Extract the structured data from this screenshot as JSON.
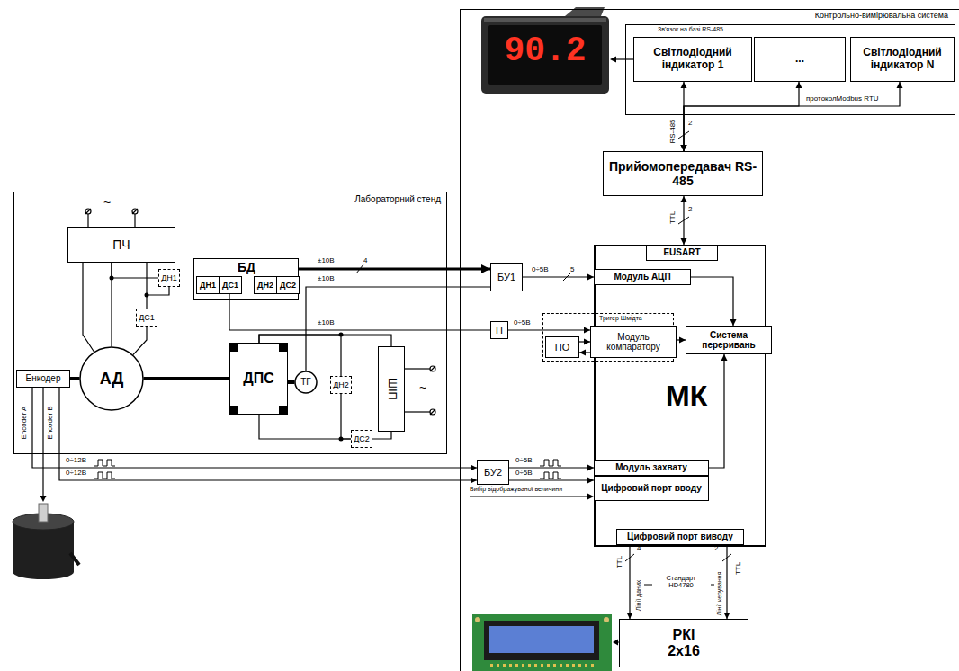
{
  "diagram": {
    "nodes": [
      {
        "text": [
          "Лабораторний стенд"
        ]
      },
      {
        "text": [
          "Контрольно-вимірювальна система"
        ]
      },
      {
        "text": [
          "Зв'язок на базі RS-485"
        ],
        "in": 1
      },
      {
        "text": [
          "Світлодіодний індикатор 1"
        ],
        "in": 2
      },
      {
        "text": [
          "..."
        ],
        "in": 2
      },
      {
        "text": [
          "Світлодіодний індикатор N"
        ],
        "in": 2
      },
      {
        "text": [
          "Прийомопередавач RS-485"
        ],
        "in": 1
      },
      {
        "text": [
          "МК"
        ],
        "in": 1
      },
      {
        "text": [
          "EUSART"
        ],
        "in": 7
      },
      {
        "text": [
          "Модуль АЦП"
        ],
        "in": 7
      },
      {
        "text": [
          "Система переривань"
        ],
        "in": 7
      },
      {
        "text": [
          "Тригер Шмідта"
        ],
        "in": 1
      },
      {
        "text": [
          "ПО"
        ],
        "in": 11
      },
      {
        "text": [
          "Модуль компаратору"
        ],
        "in": 11
      },
      {
        "text": [
          "Модуль захвату"
        ],
        "in": 7
      },
      {
        "text": [
          "Цифровий порт вводу"
        ],
        "in": 7
      },
      {
        "text": [
          "Цифровий порт виводу"
        ],
        "in": 7
      },
      {
        "text": [
          "БУ1"
        ],
        "in": 1
      },
      {
        "text": [
          "П"
        ],
        "in": 1
      },
      {
        "text": [
          "БУ2"
        ],
        "in": 1
      },
      {
        "text": [
          "РКІ 2x16"
        ],
        "in": 1
      },
      {
        "text": [
          "ПЧ"
        ],
        "in": 0
      },
      {
        "text": [
          "БД"
        ],
        "in": 0
      },
      {
        "text": [
          "ДН1"
        ],
        "in": 22
      },
      {
        "text": [
          "ДС1"
        ],
        "in": 22
      },
      {
        "text": [
          "ДН2"
        ],
        "in": 22
      },
      {
        "text": [
          "ДС2"
        ],
        "in": 22
      },
      {
        "text": [
          "ДН1"
        ],
        "in": 0
      },
      {
        "text": [
          "ДС1"
        ],
        "in": 0
      },
      {
        "text": [
          "АД"
        ],
        "in": 0
      },
      {
        "text": [
          "Енкодер"
        ],
        "in": 0
      },
      {
        "text": [
          "ДПС"
        ],
        "in": 0
      },
      {
        "text": [
          "ТГ"
        ],
        "in": 0
      },
      {
        "text": [
          "ДН2"
        ],
        "in": 0
      },
      {
        "text": [
          "ДС2"
        ],
        "in": 0
      },
      {
        "text": [
          "ШІП"
        ],
        "in": 0
      }
    ],
    "edges": [
      {
        "from": 22,
        "to": 17,
        "arrow": "to",
        "label": "±10В"
      },
      {
        "from": 32,
        "to": 17,
        "arrow": "none",
        "label": "±10В"
      },
      {
        "from": 24,
        "to": 18,
        "arrow": "none",
        "label": "±10В"
      },
      {
        "from": 17,
        "to": 9,
        "arrow": "to",
        "label": "0÷5В"
      },
      {
        "from": 18,
        "to": 13,
        "arrow": "to",
        "label": "0÷5В"
      },
      {
        "from": 12,
        "to": 13,
        "arrow": "to"
      },
      {
        "from": 13,
        "to": 12,
        "arrow": "to"
      },
      {
        "from": 13,
        "to": 10,
        "arrow": "to"
      },
      {
        "from": 9,
        "to": 10,
        "arrow": "to"
      },
      {
        "from": 14,
        "to": 10,
        "arrow": "to"
      },
      {
        "from": 30,
        "to": 19,
        "arrow": "to",
        "label": "0÷12В"
      },
      {
        "from": 30,
        "to": 19,
        "arrow": "to",
        "label": "0÷12В"
      },
      {
        "from": 19,
        "to": 14,
        "arrow": "to",
        "label": "0÷5В"
      },
      {
        "from": 19,
        "to": 15,
        "arrow": "to",
        "label": "0÷5В"
      },
      {
        "from": 6,
        "to": 8,
        "arrow": "both"
      },
      {
        "from": 6,
        "to": 3,
        "arrow": "both"
      },
      {
        "from": 6,
        "to": 4,
        "arrow": "both"
      },
      {
        "from": 6,
        "to": 5,
        "arrow": "both"
      },
      {
        "from": 16,
        "to": 20,
        "arrow": "to"
      },
      {
        "from": 16,
        "to": 20,
        "arrow": "to"
      },
      {
        "from": 21,
        "to": 29,
        "arrow": "none"
      },
      {
        "from": 21,
        "to": 29,
        "arrow": "none"
      },
      {
        "from": 21,
        "to": 27,
        "arrow": "none"
      },
      {
        "from": 21,
        "to": 28,
        "arrow": "none"
      },
      {
        "from": 28,
        "to": 29,
        "arrow": "none"
      },
      {
        "from": 30,
        "to": 29,
        "arrow": "none"
      },
      {
        "from": 29,
        "to": 31,
        "arrow": "none"
      },
      {
        "from": 31,
        "to": 32,
        "arrow": "none"
      },
      {
        "from": 31,
        "to": 35,
        "arrow": "none"
      },
      {
        "from": 31,
        "to": 33,
        "arrow": "none"
      },
      {
        "from": 33,
        "to": 34,
        "arrow": "none"
      },
      {
        "from": 31,
        "to": 34,
        "arrow": "none"
      },
      {
        "from": 34,
        "to": 35,
        "arrow": "none"
      }
    ],
    "labels": [
      "~",
      "~",
      "4",
      "5",
      "Encoder A",
      "Encoder B",
      "Вибір відображуваної величини",
      "RS-485",
      "2",
      "TTL",
      "2",
      "протоколModbus RTU",
      "TTL",
      "4",
      "Лінії даних",
      "Стандарт HD4780",
      "TTL",
      "2",
      "Лінії керування",
      "90.2"
    ]
  }
}
